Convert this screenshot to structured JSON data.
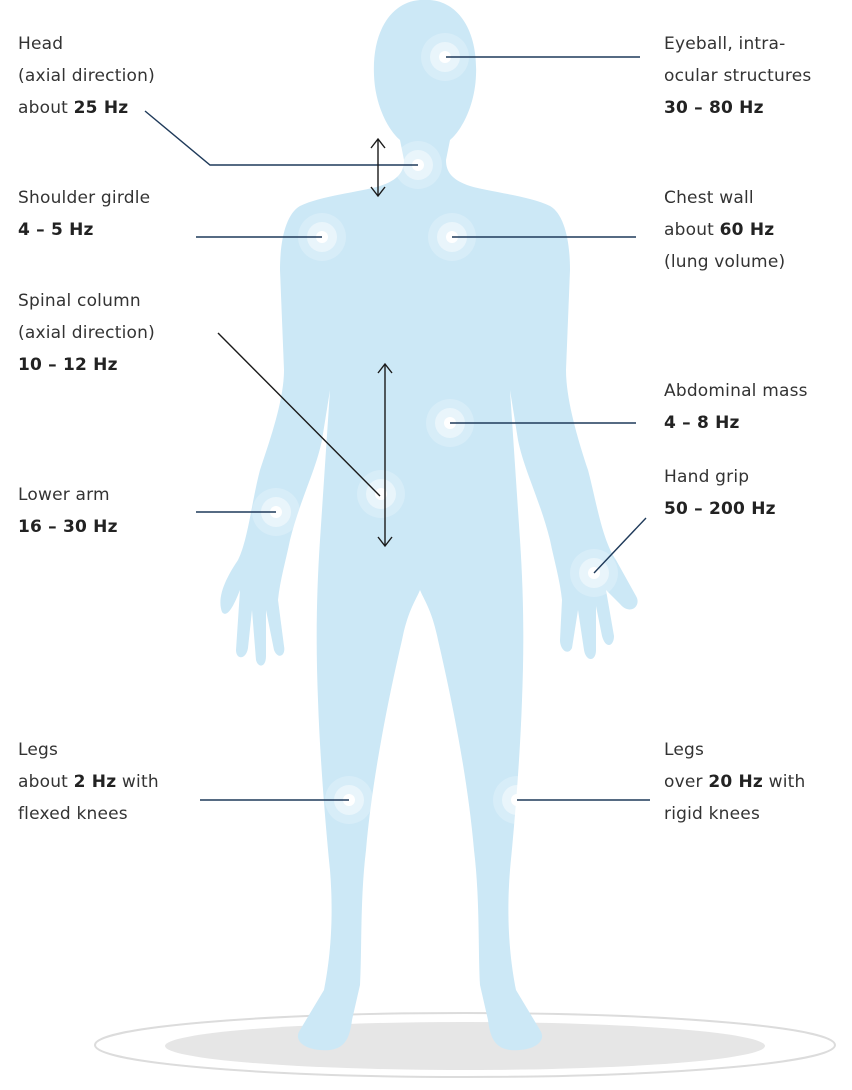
{
  "colors": {
    "body": "#cce8f6",
    "point_halo": "#ffffff",
    "leader": "#1f3a5a",
    "arrow": "#1a1a1a",
    "floor_fill": "#e5e5e5",
    "floor_ring": "#d9d9d9",
    "text": "#333333"
  },
  "labels": {
    "head": {
      "line1": "Head",
      "line2": "(axial direction)",
      "line3_pre": "about ",
      "line3_value": "25 Hz"
    },
    "eyeball": {
      "line1": "Eyeball, intra-",
      "line2": "ocular structures",
      "line3_value": "30 – 80 Hz"
    },
    "shoulder": {
      "line1": "Shoulder girdle",
      "line2_value": "4 – 5 Hz"
    },
    "chest": {
      "line1": "Chest wall",
      "line2_pre": "about ",
      "line2_value": "60 Hz",
      "line3": "(lung volume)"
    },
    "spine": {
      "line1": "Spinal column",
      "line2": "(axial direction)",
      "line3_value": "10 – 12 Hz"
    },
    "abdomen": {
      "line1": "Abdominal mass",
      "line2_value": "4 – 8 Hz"
    },
    "hand": {
      "line1": "Hand grip",
      "line2_value": "50 – 200 Hz"
    },
    "lower_arm": {
      "line1": "Lower arm",
      "line2_value": "16 – 30 Hz"
    },
    "legs_left": {
      "line1": "Legs",
      "line2_pre": "about ",
      "line2_value": "2 Hz",
      "line2_post": " with",
      "line3": "flexed knees"
    },
    "legs_right": {
      "line1": "Legs",
      "line2_pre": "over ",
      "line2_value": "20 Hz",
      "line2_post": " with",
      "line3": "rigid knees"
    }
  }
}
